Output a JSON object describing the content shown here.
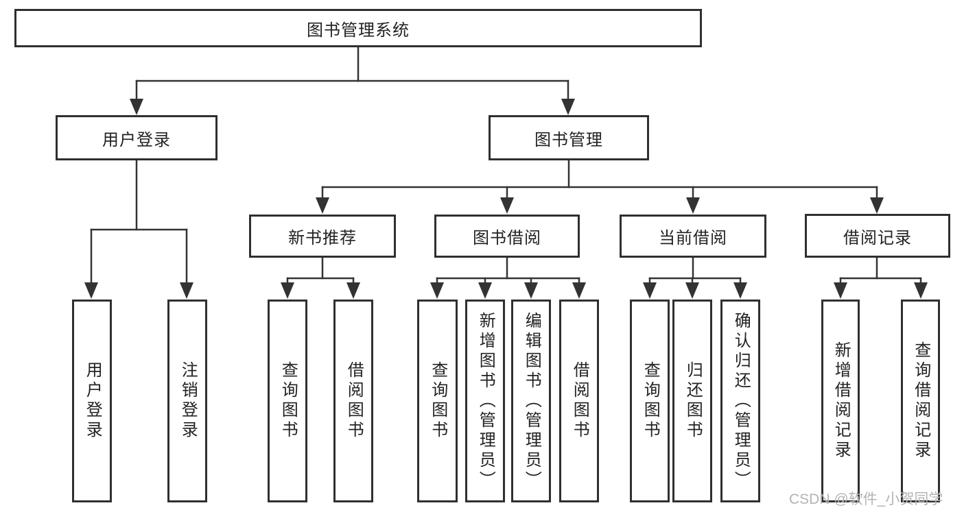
{
  "tree": {
    "label": "图书管理系统",
    "children": [
      {
        "label": "用户登录",
        "children": [
          {
            "label": "用户登录"
          },
          {
            "label": "注销登录"
          }
        ]
      },
      {
        "label": "图书管理",
        "children": [
          {
            "label": "新书推荐",
            "children": [
              {
                "label": "查询图书"
              },
              {
                "label": "借阅图书"
              }
            ]
          },
          {
            "label": "图书借阅",
            "children": [
              {
                "label": "查询图书"
              },
              {
                "label": "新增图书（管理员）"
              },
              {
                "label": "编辑图书（管理员）"
              },
              {
                "label": "借阅图书"
              }
            ]
          },
          {
            "label": "当前借阅",
            "children": [
              {
                "label": "查询图书"
              },
              {
                "label": "归还图书"
              },
              {
                "label": "确认归还（管理员）"
              }
            ]
          },
          {
            "label": "借阅记录",
            "children": [
              {
                "label": "新增借阅记录"
              },
              {
                "label": "查询借阅记录"
              }
            ]
          }
        ]
      }
    ]
  },
  "watermark": "CSDN @软件_小贺同学",
  "colors": {
    "line": "#333333",
    "box_border": "#2f2f2f",
    "text": "#222222",
    "background": "#ffffff",
    "watermark": "#b3b3b3"
  }
}
